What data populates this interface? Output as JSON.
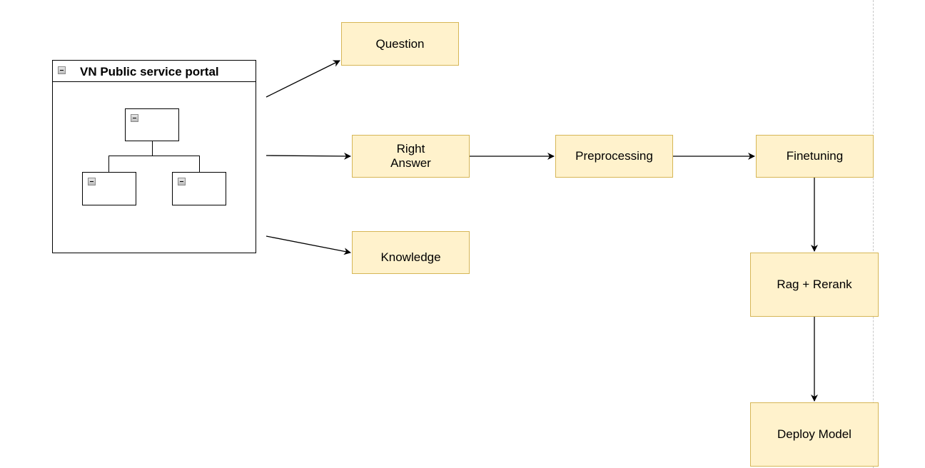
{
  "diagram": {
    "portal": {
      "title": "VN Public service portal",
      "icon": "collapse-icon"
    },
    "nodes": {
      "question": "Question",
      "right_answer_line1": "Right",
      "right_answer_line2": "Answer",
      "knowledge": "Knowledge",
      "preprocessing": "Preprocessing",
      "finetuning": "Finetuning",
      "rag_rerank": "Rag + Rerank",
      "deploy_model": "Deploy Model"
    },
    "colors": {
      "node_fill": "#fff2cc",
      "node_stroke": "#d6b656",
      "edge": "#000000",
      "guide_line": "#c8c8c8"
    }
  }
}
